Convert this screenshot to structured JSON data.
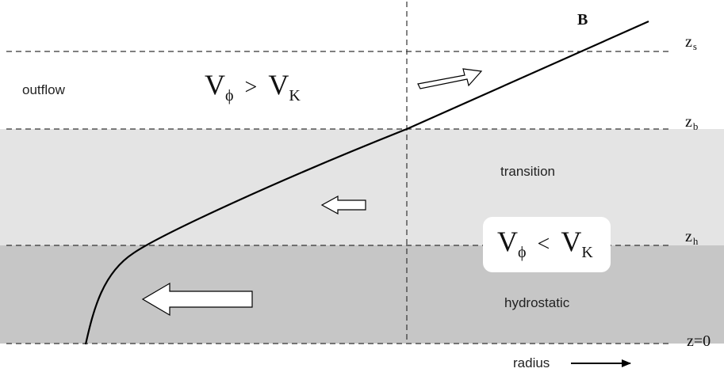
{
  "regions": {
    "outflow": "outflow",
    "transition": "transition",
    "hydrostatic": "hydrostatic"
  },
  "field_line_label": "B",
  "levels": {
    "z_s": {
      "base": "z",
      "sub": "s"
    },
    "z_b": {
      "base": "z",
      "sub": "b"
    },
    "z_h": {
      "base": "z",
      "sub": "h"
    },
    "z0": "z=0"
  },
  "equations": {
    "upper": {
      "lhs": "V",
      "lhs_sub": "ϕ",
      "op": ">",
      "rhs": "V",
      "rhs_sub": "K"
    },
    "lower": {
      "lhs": "V",
      "lhs_sub": "ϕ",
      "op": "<",
      "rhs": "V",
      "rhs_sub": "K"
    }
  },
  "axis_label": "radius",
  "colors": {
    "transition_band": "#e4e4e4",
    "hydrostatic_band": "#c6c6c6",
    "line": "#000000"
  }
}
